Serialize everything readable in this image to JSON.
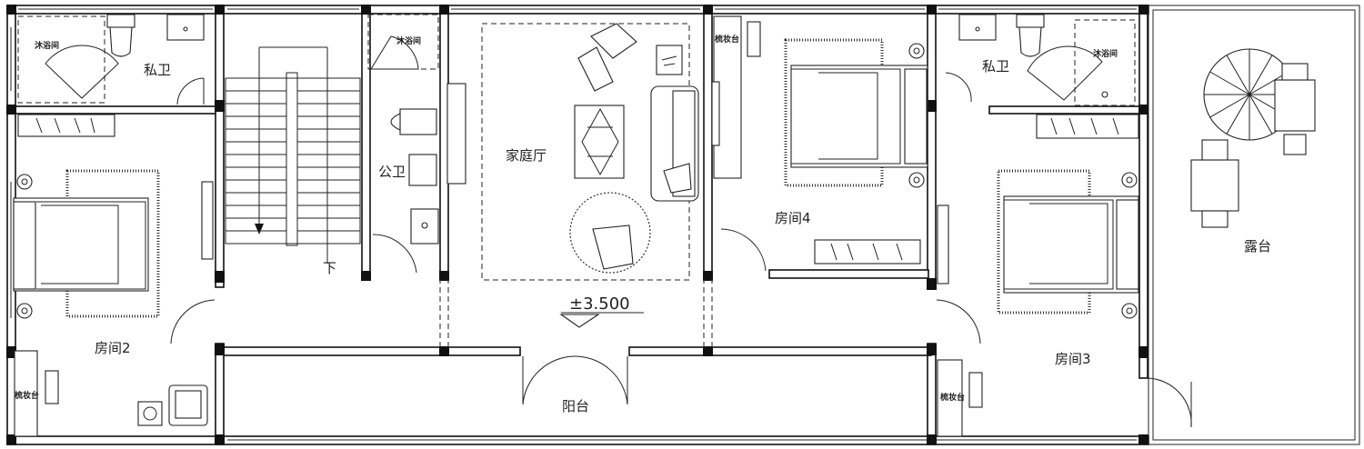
{
  "rooms": {
    "private_bath_left": "私卫",
    "private_bath_right": "私卫",
    "shower_left": "沐浴间",
    "shower_mid": "沐浴间",
    "shower_right": "沐浴间",
    "public_bath": "公卫",
    "family_hall": "家庭厅",
    "room2": "房间2",
    "room3": "房间3",
    "room4": "房间4",
    "terrace": "露台",
    "balcony": "阳台",
    "dresser_left": "梳妆台",
    "dresser_mid": "梳妆台",
    "dresser_right": "梳妆台",
    "stair_down": "下"
  },
  "elevation": "±3.500"
}
